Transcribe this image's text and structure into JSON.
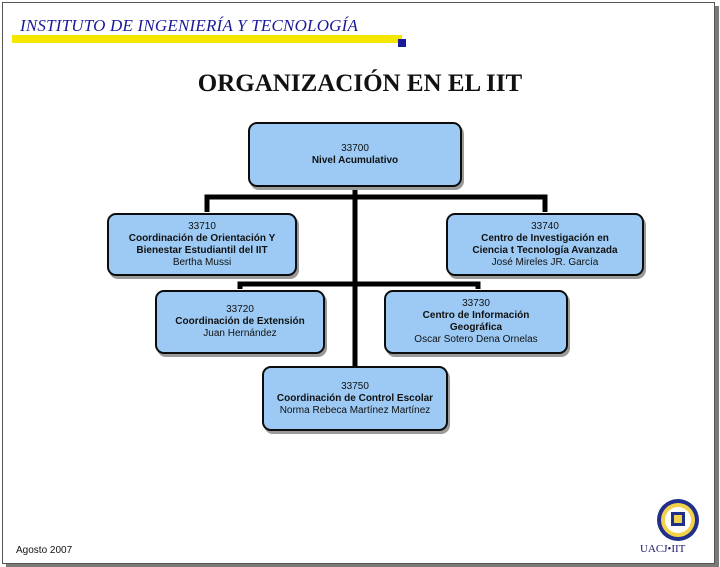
{
  "header": {
    "institute": "INSTITUTO DE INGENIERÍA Y TECNOLOGÍA",
    "title": "ORGANIZACIÓN EN EL IIT"
  },
  "org_chart": {
    "root": {
      "code": "33700",
      "name": "Nivel Acumulativo",
      "person": ""
    },
    "units": [
      {
        "code": "33710",
        "name": "Coordinación de Orientación Y Bienestar Estudiantil del IIT",
        "person": "Bertha Mussi"
      },
      {
        "code": "33740",
        "name": "Centro de Investigación en Ciencia t Tecnología Avanzada",
        "person": "José Mireles JR. García"
      },
      {
        "code": "33720",
        "name": "Coordinación de Extensión",
        "person": "Juan Hernández"
      },
      {
        "code": "33730",
        "name": "Centro de Información Geográfica",
        "person": "Oscar Sotero Dena Ornelas"
      },
      {
        "code": "33750",
        "name": "Coordinación de Control Escolar",
        "person": "Norma Rebeca Martínez Martínez"
      }
    ]
  },
  "footer": {
    "date": "Agosto 2007",
    "logo_text": "UACJ•IIT",
    "logo_icon": "university-seal-icon"
  },
  "colors": {
    "node_fill": "#9ccaf4",
    "header_text": "#1a1a9a",
    "header_bar": "#f3e600"
  }
}
